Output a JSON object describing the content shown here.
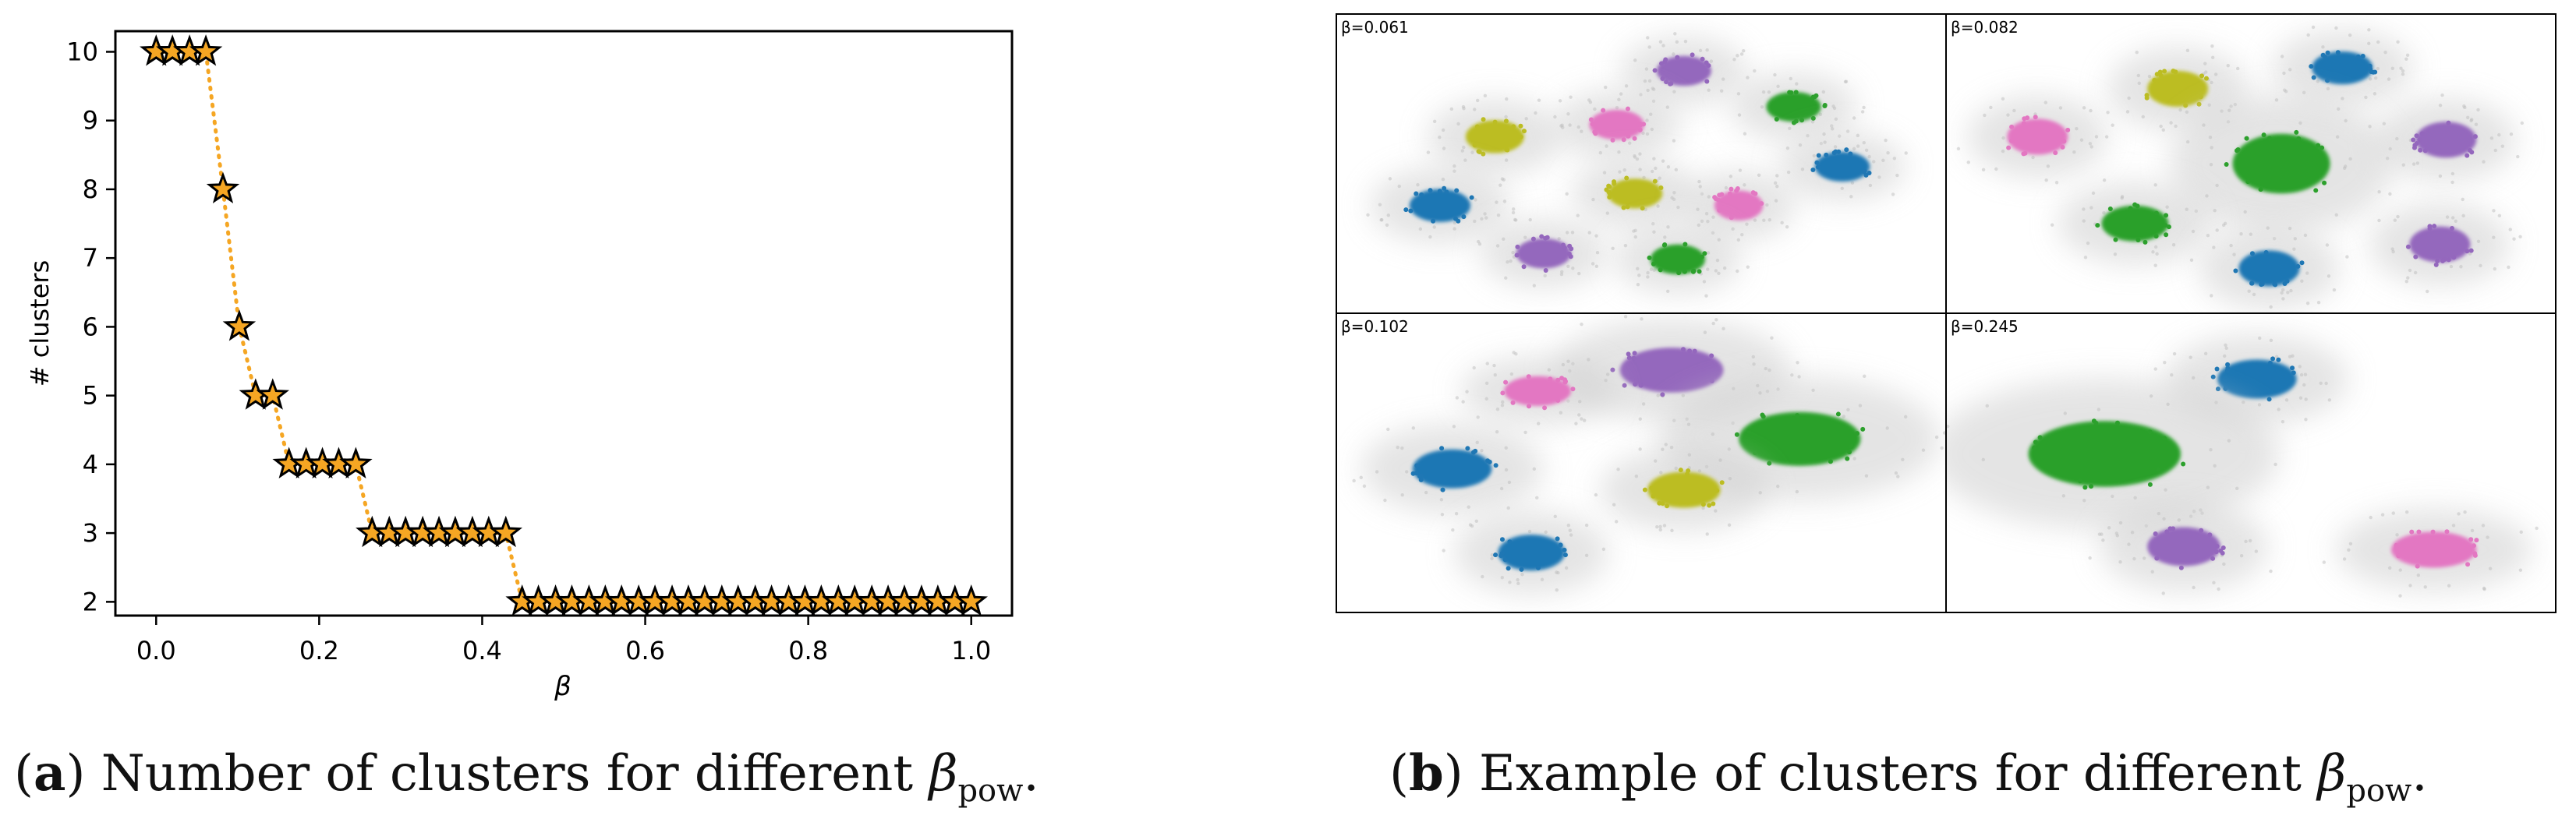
{
  "chart_data": [
    {
      "type": "scatter",
      "xlabel": "β",
      "ylabel": "# clusters",
      "xlim": [
        -0.05,
        1.05
      ],
      "ylim": [
        1.8,
        10.3
      ],
      "xticks": [
        "0.0",
        "0.2",
        "0.4",
        "0.6",
        "0.8",
        "1.0"
      ],
      "xtick_values": [
        0.0,
        0.2,
        0.4,
        0.6,
        0.8,
        1.0
      ],
      "yticks": [
        "2",
        "3",
        "4",
        "5",
        "6",
        "7",
        "8",
        "9",
        "10"
      ],
      "ytick_values": [
        2,
        3,
        4,
        5,
        6,
        7,
        8,
        9,
        10
      ],
      "marker": "star",
      "marker_color": "#f5a623",
      "marker_edge": "#000000",
      "line_style": "dotted",
      "line_color": "#f5a623",
      "grid": false,
      "x": [
        0.0,
        0.02,
        0.041,
        0.061,
        0.082,
        0.102,
        0.122,
        0.143,
        0.163,
        0.184,
        0.204,
        0.224,
        0.245,
        0.265,
        0.286,
        0.306,
        0.327,
        0.347,
        0.367,
        0.388,
        0.408,
        0.429,
        0.449,
        0.469,
        0.49,
        0.51,
        0.531,
        0.551,
        0.571,
        0.592,
        0.612,
        0.633,
        0.653,
        0.673,
        0.694,
        0.714,
        0.735,
        0.755,
        0.776,
        0.796,
        0.816,
        0.837,
        0.857,
        0.878,
        0.898,
        0.918,
        0.939,
        0.959,
        0.98,
        1.0
      ],
      "y": [
        10,
        10,
        10,
        10,
        8,
        6,
        5,
        5,
        4,
        4,
        4,
        4,
        4,
        3,
        3,
        3,
        3,
        3,
        3,
        3,
        3,
        3,
        2,
        2,
        2,
        2,
        2,
        2,
        2,
        2,
        2,
        2,
        2,
        2,
        2,
        2,
        2,
        2,
        2,
        2,
        2,
        2,
        2,
        2,
        2,
        2,
        2,
        2,
        2,
        2
      ]
    },
    {
      "type": "scatter",
      "panels": [
        {
          "label": "β=0.061",
          "clusters": [
            {
              "x": 0.57,
              "y": 0.19,
              "rx": 0.045,
              "ry": 0.05,
              "color": "#9467bd"
            },
            {
              "x": 0.75,
              "y": 0.31,
              "rx": 0.045,
              "ry": 0.05,
              "color": "#2ca02c"
            },
            {
              "x": 0.46,
              "y": 0.37,
              "rx": 0.045,
              "ry": 0.05,
              "color": "#e377c2"
            },
            {
              "x": 0.26,
              "y": 0.41,
              "rx": 0.048,
              "ry": 0.055,
              "color": "#bcbd22"
            },
            {
              "x": 0.83,
              "y": 0.51,
              "rx": 0.045,
              "ry": 0.05,
              "color": "#1f77b4"
            },
            {
              "x": 0.49,
              "y": 0.6,
              "rx": 0.045,
              "ry": 0.05,
              "color": "#bcbd22"
            },
            {
              "x": 0.66,
              "y": 0.64,
              "rx": 0.04,
              "ry": 0.05,
              "color": "#e377c2"
            },
            {
              "x": 0.17,
              "y": 0.64,
              "rx": 0.05,
              "ry": 0.055,
              "color": "#1f77b4"
            },
            {
              "x": 0.34,
              "y": 0.8,
              "rx": 0.045,
              "ry": 0.05,
              "color": "#9467bd"
            },
            {
              "x": 0.56,
              "y": 0.82,
              "rx": 0.045,
              "ry": 0.05,
              "color": "#2ca02c"
            }
          ]
        },
        {
          "label": "β=0.082",
          "clusters": [
            {
              "x": 0.65,
              "y": 0.18,
              "rx": 0.05,
              "ry": 0.055,
              "color": "#1f77b4"
            },
            {
              "x": 0.38,
              "y": 0.25,
              "rx": 0.05,
              "ry": 0.06,
              "color": "#bcbd22"
            },
            {
              "x": 0.15,
              "y": 0.41,
              "rx": 0.05,
              "ry": 0.06,
              "color": "#e377c2"
            },
            {
              "x": 0.82,
              "y": 0.42,
              "rx": 0.05,
              "ry": 0.06,
              "color": "#9467bd"
            },
            {
              "x": 0.55,
              "y": 0.5,
              "rx": 0.08,
              "ry": 0.1,
              "color": "#2ca02c"
            },
            {
              "x": 0.31,
              "y": 0.7,
              "rx": 0.055,
              "ry": 0.06,
              "color": "#2ca02c"
            },
            {
              "x": 0.81,
              "y": 0.77,
              "rx": 0.05,
              "ry": 0.06,
              "color": "#9467bd"
            },
            {
              "x": 0.53,
              "y": 0.85,
              "rx": 0.05,
              "ry": 0.06,
              "color": "#1f77b4"
            }
          ]
        },
        {
          "label": "β=0.102",
          "clusters": [
            {
              "x": 0.55,
              "y": 0.19,
              "rx": 0.085,
              "ry": 0.075,
              "color": "#9467bd"
            },
            {
              "x": 0.33,
              "y": 0.26,
              "rx": 0.055,
              "ry": 0.05,
              "color": "#e377c2"
            },
            {
              "x": 0.76,
              "y": 0.42,
              "rx": 0.1,
              "ry": 0.09,
              "color": "#2ca02c"
            },
            {
              "x": 0.19,
              "y": 0.52,
              "rx": 0.065,
              "ry": 0.065,
              "color": "#1f77b4"
            },
            {
              "x": 0.57,
              "y": 0.59,
              "rx": 0.06,
              "ry": 0.06,
              "color": "#bcbd22"
            },
            {
              "x": 0.32,
              "y": 0.8,
              "rx": 0.055,
              "ry": 0.06,
              "color": "#1f77b4"
            }
          ]
        },
        {
          "label": "β=0.245",
          "clusters": [
            {
              "x": 0.51,
              "y": 0.22,
              "rx": 0.065,
              "ry": 0.065,
              "color": "#1f77b4"
            },
            {
              "x": 0.26,
              "y": 0.47,
              "rx": 0.125,
              "ry": 0.11,
              "color": "#2ca02c"
            },
            {
              "x": 0.39,
              "y": 0.78,
              "rx": 0.06,
              "ry": 0.065,
              "color": "#9467bd"
            },
            {
              "x": 0.8,
              "y": 0.79,
              "rx": 0.07,
              "ry": 0.06,
              "color": "#e377c2"
            }
          ]
        }
      ]
    }
  ],
  "captions": {
    "a": {
      "tag": "a",
      "text": "Number of clusters for different",
      "symbol": "β",
      "subscript": "pow",
      "end": "."
    },
    "b": {
      "tag": "b",
      "text": "Example of clusters for different",
      "symbol": "β",
      "subscript": "pow",
      "end": "."
    }
  }
}
